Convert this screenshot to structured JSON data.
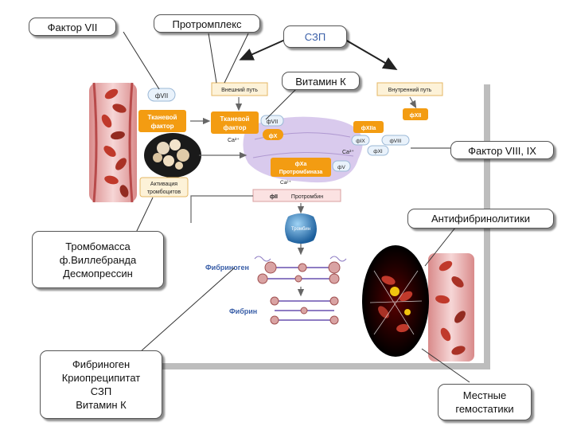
{
  "callouts": {
    "factor7": "Фактор VII",
    "prothromplex": "Протромплекс",
    "szp_top": "СЗП",
    "vitamin_k": "Витамин К",
    "factor8_9": "Фактор VIII, IX",
    "antifibrinolytics": "Антифибринолитики",
    "thrombomass": [
      "Тромбомасса",
      "ф.Виллебранда",
      "Десмопрессин"
    ],
    "fibrinogen_group": [
      "Фибриноген",
      "Криопреципитат",
      "СЗП",
      "Витамин К"
    ],
    "local_hemostatics": [
      "Местные",
      "гемостатики"
    ]
  },
  "diagram": {
    "external_path": "Внешний путь",
    "internal_path": "Внутренний путь",
    "f7": "фVII",
    "tissue_factor_left": [
      "Тканевой",
      "фактор"
    ],
    "tissue_factor_center": [
      "Тканевой",
      "фактор"
    ],
    "f7_center": "фVII",
    "fx": "фX",
    "ca_left": "Ca²⁺",
    "fxii": "фXII",
    "fxiia": "фXIIa",
    "fix": "фIX",
    "fviii": "фVIII",
    "fxi": "фXI",
    "ca_right": "Ca²⁺",
    "fxa": "фXa",
    "prothrombinase": "Протромбиназа",
    "fv": "фV",
    "ca_bottom": "Ca²⁺",
    "fii": "фII",
    "prothrombin": "Протромбин",
    "platelet_activation": [
      "Активация",
      "тромбоцитов"
    ],
    "thrombin": "Тромбин",
    "fibrinogen": "Фибриноген",
    "fibrin": "Фибрин"
  },
  "colors": {
    "orange_box": "#f39c12",
    "blue_text": "#3a5fa8",
    "vessel_red": "#c0392b",
    "thrombin_blue": "#2e86c1",
    "complex_purple": "#c9b3e6"
  }
}
